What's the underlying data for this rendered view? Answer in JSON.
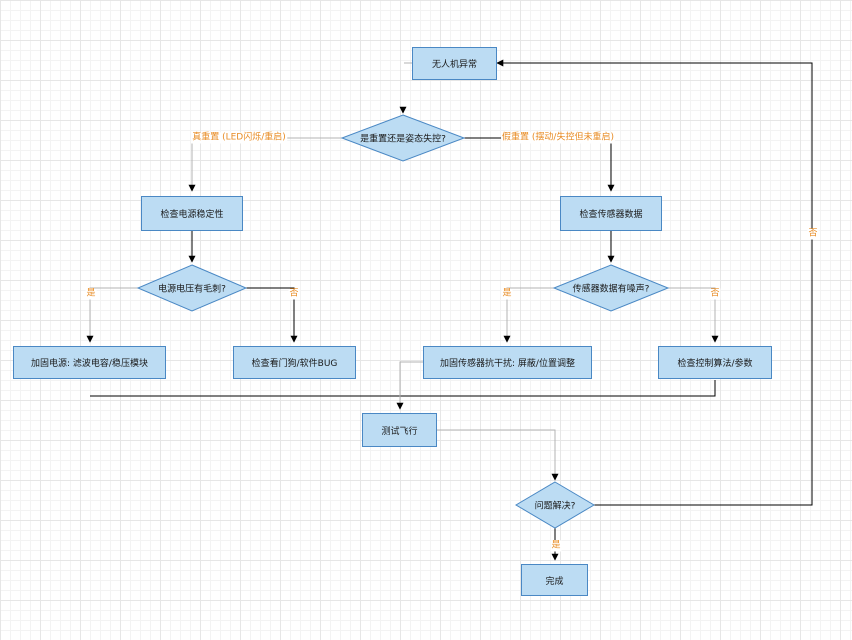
{
  "nodes": {
    "start": "无人机异常",
    "decision_main": "是重置还是姿态失控?",
    "check_power": "检查电源稳定性",
    "decision_voltage": "电源电压有毛刺?",
    "reinforce_power": "加固电源: 滤波电容/稳压模块",
    "check_watchdog": "检查看门狗/软件BUG",
    "check_sensor": "检查传感器数据",
    "decision_noise": "传感器数据有噪声?",
    "reinforce_sensor": "加固传感器抗干扰: 屏蔽/位置调整",
    "check_control": "检查控制算法/参数",
    "test_flight": "测试飞行",
    "decision_solved": "问题解决?",
    "done": "完成"
  },
  "edges": {
    "reset": "真重置 (LED闪烁/重启)",
    "fake_reset": "假重置 (摆动/失控但未重启)",
    "voltage_yes": "是",
    "voltage_no": "否",
    "noise_yes": "是",
    "noise_no": "否",
    "solved_yes": "是",
    "solved_no": "否"
  },
  "colors": {
    "node_fill": "#bcdcf3",
    "node_border": "#4a88c4",
    "edge": "#000000",
    "edge_light": "#b3b3b3",
    "label": "#e88c25"
  }
}
